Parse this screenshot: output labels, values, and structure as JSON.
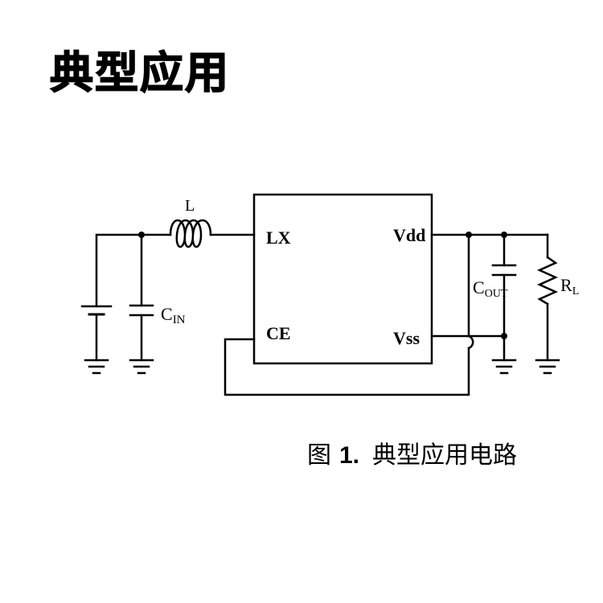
{
  "heading": "典型应用",
  "schematic": {
    "inductor_label": "L",
    "cin_label": {
      "main": "C",
      "sub": "IN"
    },
    "cout_label": {
      "main": "C",
      "sub": "OUT"
    },
    "rl_label": {
      "main": "R",
      "sub": "L"
    },
    "pins": {
      "lx": "LX",
      "ce": "CE",
      "vdd": "Vdd",
      "vss": "Vss"
    }
  },
  "caption": {
    "prefix": "图",
    "number": "1.",
    "text": "典型应用电路"
  }
}
